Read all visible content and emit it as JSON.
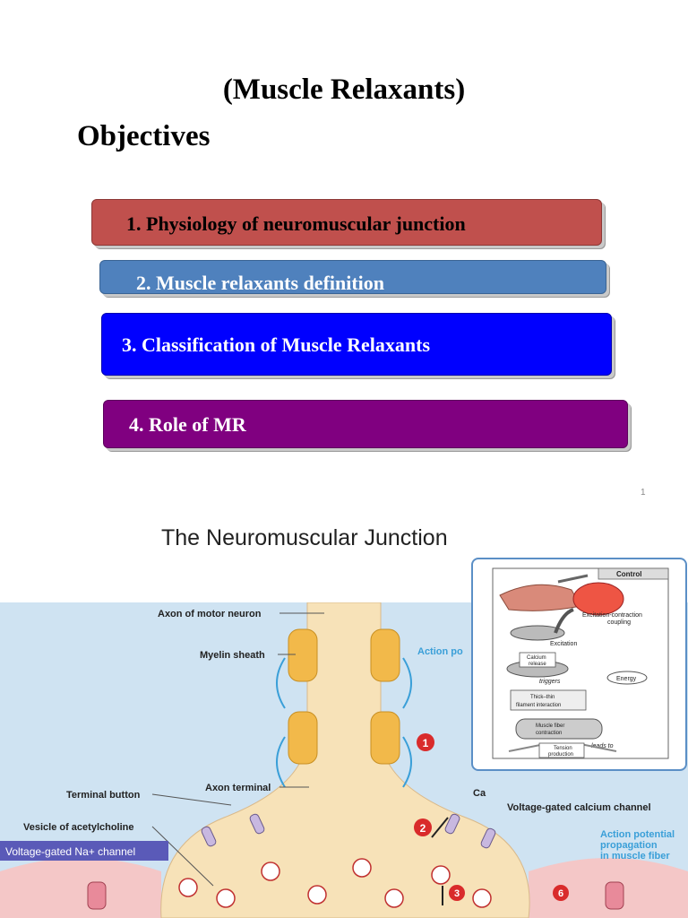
{
  "slide": {
    "title": "(Muscle Relaxants)",
    "subtitle": "Objectives",
    "objectives": [
      "1.  Physiology of neuromuscular junction",
      "2.  Muscle relaxants definition",
      "3. Classification of Muscle Relaxants",
      "4. Role of MR"
    ],
    "page_number": "1"
  },
  "figure": {
    "title": "The Neuromuscular Junction",
    "labels": {
      "axon": "Axon of motor neuron",
      "myelin": "Myelin sheath",
      "action": "Action po",
      "axon_terminal": "Axon terminal",
      "terminal_button": "Terminal button",
      "vesicle": "Vesicle of acetylcholine",
      "na_channel": "Voltage-gated Na+ channel",
      "ca_channel": "Voltage-gated calcium channel",
      "ca": "Ca",
      "ap_prop_1": "Action potential",
      "ap_prop_2": "propagation",
      "ap_prop_3": "in muscle fiber"
    },
    "steps": [
      "1",
      "2",
      "3",
      "6"
    ]
  },
  "inset": {
    "header": "Control",
    "labels": {
      "ec_1": "Excitation-contraction",
      "ec_2": "coupling",
      "excitation": "Excitation",
      "calcium_1": "Calcium",
      "calcium_2": "release",
      "triggers": "triggers",
      "energy": "Energy",
      "thick_1": "Thick–thin",
      "thick_2": "filament interaction",
      "fiber_1": "Muscle fiber",
      "fiber_2": "contraction",
      "leads": "leads to",
      "tension_1": "Tension",
      "tension_2": "production"
    }
  },
  "colors": {
    "obj1": "#c0504d",
    "obj2": "#4f81bd",
    "obj3": "#0000ff",
    "obj4": "#800080",
    "neuron": "#f7e2b8",
    "background_blue": "#cfe3f2",
    "step_circle": "#d92b2b"
  }
}
